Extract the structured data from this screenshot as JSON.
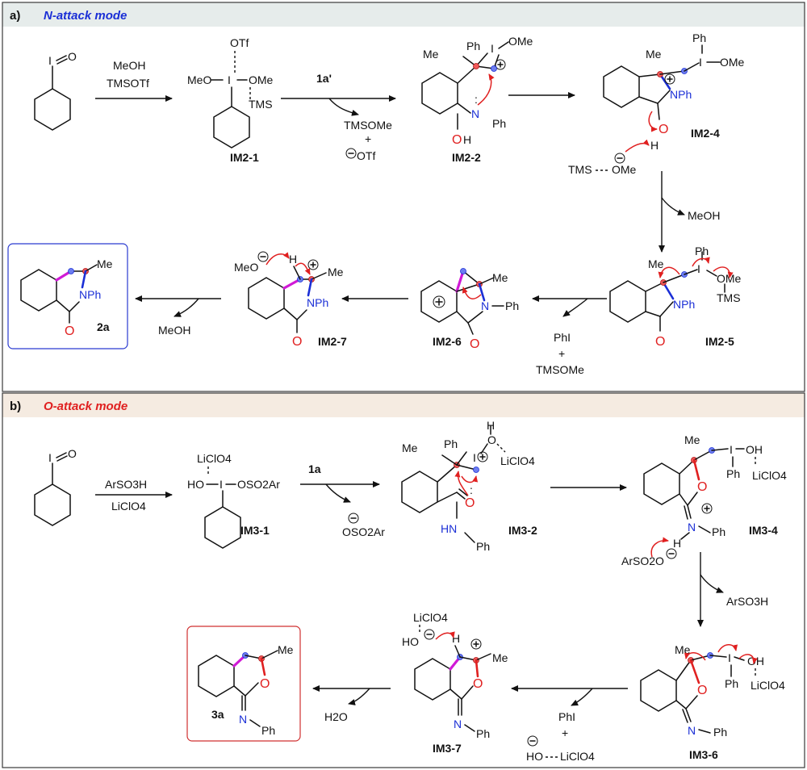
{
  "panel_a": {
    "letter": "a)",
    "mode_prefix": "N",
    "mode_suffix": "-attack mode",
    "reagents_1": [
      "MeOH",
      "TMSOTf"
    ],
    "reagent_2": "1a'",
    "byproducts_2": [
      "TMSOMe",
      "+",
      "OTf"
    ],
    "byproduct_3": "MeOH",
    "byproducts_4": [
      "PhI",
      "+",
      "TMSOMe"
    ],
    "byproduct_5": "MeOH",
    "stray_ion": [
      "TMS",
      "OMe"
    ],
    "labels": [
      "IM2-1",
      "IM2-2",
      "IM2-4",
      "IM2-5",
      "IM2-6",
      "IM2-7",
      "2a"
    ]
  },
  "panel_b": {
    "letter": "b)",
    "mode_prefix": "O",
    "mode_suffix": "-attack mode",
    "reagents_1": [
      "ArSO3H",
      "LiClO4"
    ],
    "reagent_2": "1a",
    "byproduct_2": "OSO2Ar",
    "byproduct_3": "ArSO3H",
    "byproducts_4": [
      "PhI",
      "+",
      "HO",
      "LiClO4"
    ],
    "byproduct_5": "H2O",
    "labels": [
      "IM3-1",
      "IM3-2",
      "IM3-4",
      "IM3-6",
      "IM3-7",
      "3a"
    ]
  },
  "atoms": {
    "I": "I",
    "O": "O",
    "N": "N",
    "H": "H",
    "Me": "Me",
    "Ph": "Ph",
    "OMe": "OMe",
    "MeO": "MeO",
    "OTf": "OTf",
    "TMS": "TMS",
    "OH": "OH",
    "HO": "HO",
    "HN": "HN",
    "NPh": "NPh",
    "LiClO4": "LiClO4",
    "OSO2Ar": "OSO2Ar",
    "ArSO2O": "ArSO2O"
  },
  "colors": {
    "band_a": "#e6eceb",
    "band_b": "#f5ebe1",
    "blue": "#1b2fd6",
    "red": "#e02020",
    "magenta": "#d01ad6",
    "box_blue": "#2a3ad0",
    "box_red": "#d03030"
  }
}
